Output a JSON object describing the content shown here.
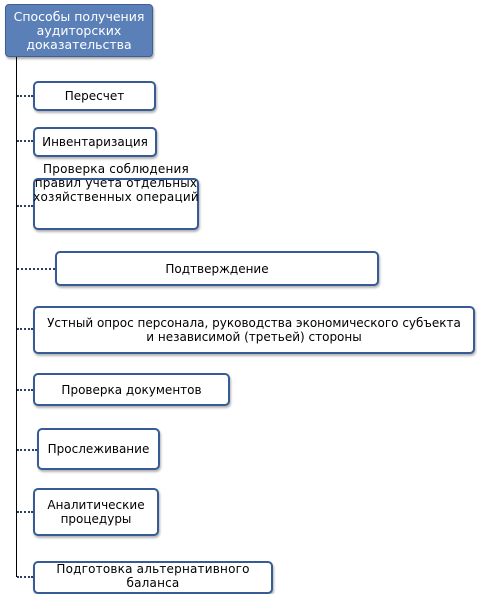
{
  "root": {
    "label": "Способы получения аудиторских доказательства"
  },
  "items": [
    {
      "id": "recount",
      "label": "Пересчет"
    },
    {
      "id": "inventory",
      "label": "Инвентаризация"
    },
    {
      "id": "rules_check",
      "label": "Проверка соблюдения правил учета отдельных хозяйственных операций"
    },
    {
      "id": "confirmation",
      "label": "Подтверждение"
    },
    {
      "id": "oral_survey",
      "label": "Устный опрос персонала, руководства экономического субъекта и независимой (третьей) стороны"
    },
    {
      "id": "docs_check",
      "label": "Проверка документов"
    },
    {
      "id": "tracing",
      "label": "Прослеживание"
    },
    {
      "id": "analytics",
      "label": "Аналитические процедуры"
    },
    {
      "id": "alt_balance",
      "label": "Подготовка альтернативного баланса"
    }
  ]
}
